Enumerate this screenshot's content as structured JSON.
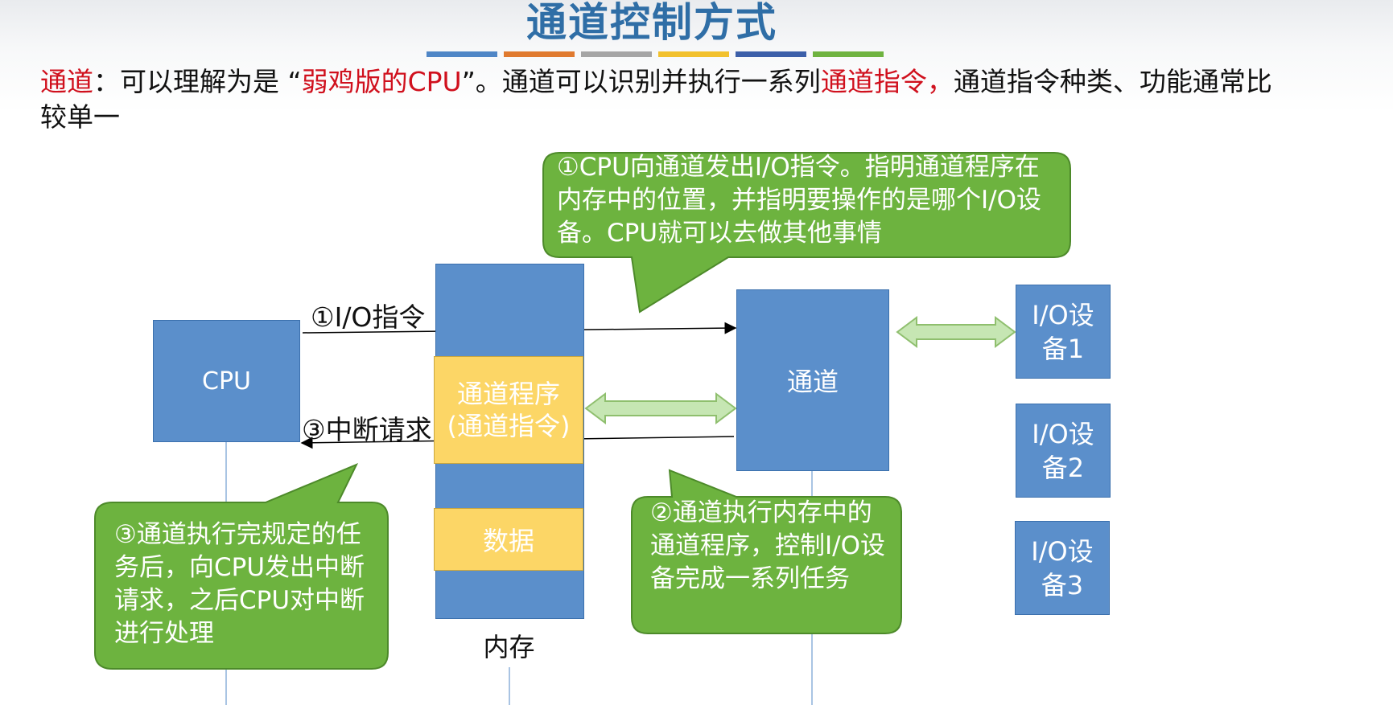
{
  "title": "通道控制方式",
  "colorbar": [
    "#4f86c6",
    "#e07a2f",
    "#a5a5a5",
    "#f2c12e",
    "#3c5fa9",
    "#6fb340"
  ],
  "intro": {
    "term": "通道",
    "part1": "：可以理解为是 “",
    "highlight1": "弱鸡版的CPU",
    "part2": "”。通道可以识别并执行一系列",
    "highlight2": "通道指令，",
    "part3": "通道指令种类、功能通常比较单一"
  },
  "diagram": {
    "cpu_label": "CPU",
    "memory_label": "内存",
    "channel_program_line1": "通道程序",
    "channel_program_line2": "(通道指令)",
    "data_label": "数据",
    "channel_label": "通道",
    "devices": [
      {
        "line1": "I/O设",
        "line2": "备1"
      },
      {
        "line1": "I/O设",
        "line2": "备2"
      },
      {
        "line1": "I/O设",
        "line2": "备3"
      }
    ],
    "arrow_io_label": "①I/O指令",
    "arrow_interrupt_label": "③中断请求"
  },
  "callouts": {
    "step1": "①CPU向通道发出I/O指令。指明通道程序在内存中的位置，并指明要操作的是哪个I/O设备。CPU就可以去做其他事情",
    "step2": "②通道执行内存中的通道程序，控制I/O设备完成一系列任务",
    "step3": "③通道执行完规定的任务后，向CPU发出中断请求，之后CPU对中断进行处理"
  },
  "colors": {
    "title": "#2f6ea6",
    "box_blue": "#5b8fcb",
    "box_yellow": "#fcd666",
    "bubble_green": "#6db33f",
    "double_arrow": "#c6e6b3",
    "highlight_red": "#d0101d"
  }
}
